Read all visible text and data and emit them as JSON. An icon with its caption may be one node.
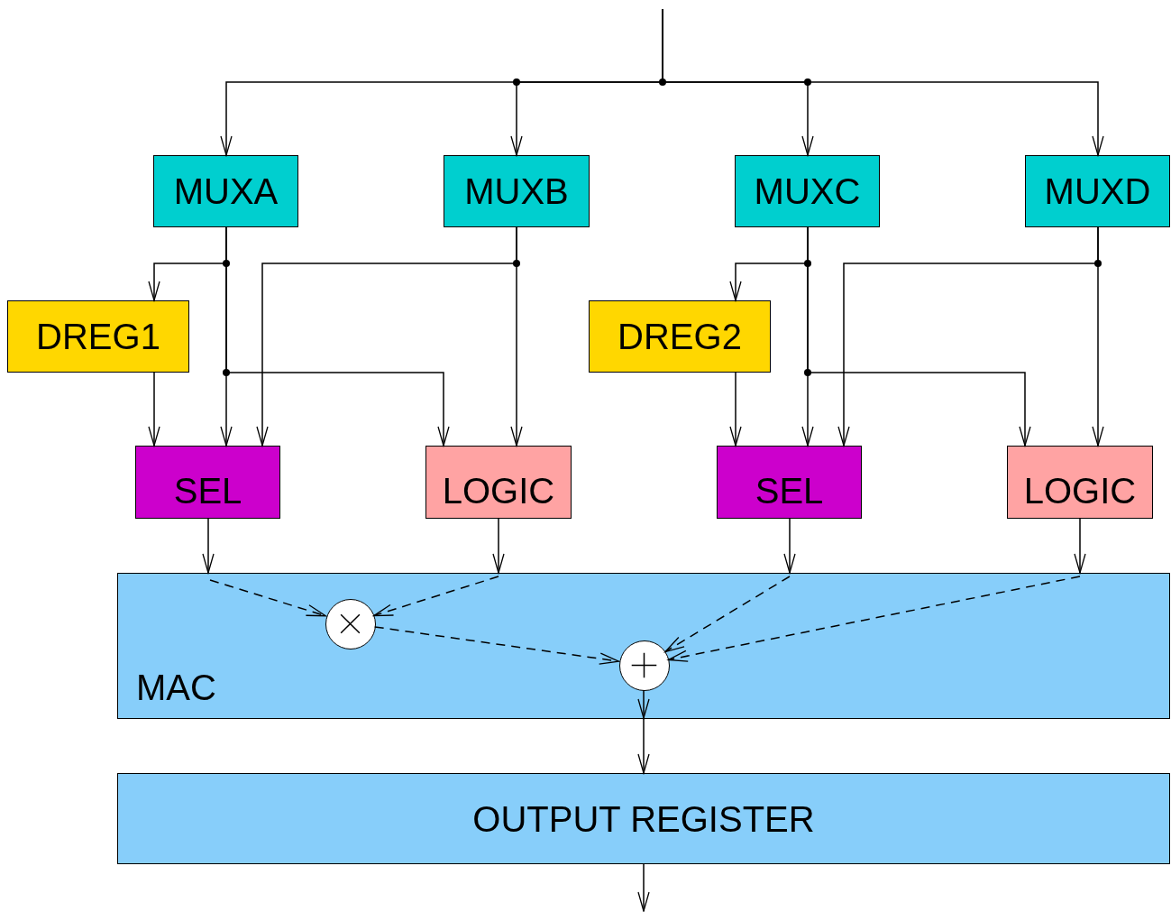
{
  "diagram": {
    "nodes": [
      {
        "text": [
          "MUXA"
        ]
      },
      {
        "text": [
          "MUXB"
        ]
      },
      {
        "text": [
          "MUXC"
        ]
      },
      {
        "text": [
          "MUXD"
        ]
      },
      {
        "text": [
          "DREG1"
        ]
      },
      {
        "text": [
          "DREG2"
        ]
      },
      {
        "text": [
          "SEL"
        ]
      },
      {
        "text": [
          "LOGIC"
        ]
      },
      {
        "text": [
          "SEL"
        ]
      },
      {
        "text": [
          "LOGIC"
        ]
      },
      {
        "text": [
          "MAC"
        ]
      },
      {
        "text": [],
        "shape": "circle",
        "in": 10
      },
      {
        "text": [],
        "shape": "circle",
        "in": 10
      },
      {
        "text": [
          "OUTPUT REGISTER"
        ]
      }
    ],
    "edges": [
      {
        "from": null,
        "to": 0,
        "arrow": "to"
      },
      {
        "from": null,
        "to": 1,
        "arrow": "to"
      },
      {
        "from": null,
        "to": 2,
        "arrow": "to"
      },
      {
        "from": null,
        "to": 3,
        "arrow": "to"
      },
      {
        "from": 0,
        "to": 4,
        "arrow": "to"
      },
      {
        "from": 0,
        "to": 6,
        "arrow": "to"
      },
      {
        "from": 0,
        "to": 7,
        "arrow": "to"
      },
      {
        "from": 1,
        "to": 6,
        "arrow": "to"
      },
      {
        "from": 1,
        "to": 7,
        "arrow": "to"
      },
      {
        "from": 4,
        "to": 6,
        "arrow": "to"
      },
      {
        "from": 2,
        "to": 5,
        "arrow": "to"
      },
      {
        "from": 2,
        "to": 8,
        "arrow": "to"
      },
      {
        "from": 2,
        "to": 9,
        "arrow": "to"
      },
      {
        "from": 3,
        "to": 8,
        "arrow": "to"
      },
      {
        "from": 3,
        "to": 9,
        "arrow": "to"
      },
      {
        "from": 5,
        "to": 8,
        "arrow": "to"
      },
      {
        "from": 6,
        "to": 10,
        "arrow": "to"
      },
      {
        "from": 7,
        "to": 10,
        "arrow": "to"
      },
      {
        "from": 8,
        "to": 10,
        "arrow": "to"
      },
      {
        "from": 9,
        "to": 10,
        "arrow": "to"
      },
      {
        "from": null,
        "to": 11,
        "arrow": "to",
        "style": "dashed"
      },
      {
        "from": null,
        "to": 11,
        "arrow": "to",
        "style": "dashed"
      },
      {
        "from": 11,
        "to": 12,
        "arrow": "to",
        "style": "dashed"
      },
      {
        "from": null,
        "to": 12,
        "arrow": "to",
        "style": "dashed"
      },
      {
        "from": null,
        "to": 12,
        "arrow": "to",
        "style": "dashed"
      },
      {
        "from": 12,
        "to": null,
        "arrow": "to"
      },
      {
        "from": 10,
        "to": 13,
        "arrow": "to"
      },
      {
        "from": 13,
        "to": null,
        "arrow": "to"
      }
    ]
  }
}
